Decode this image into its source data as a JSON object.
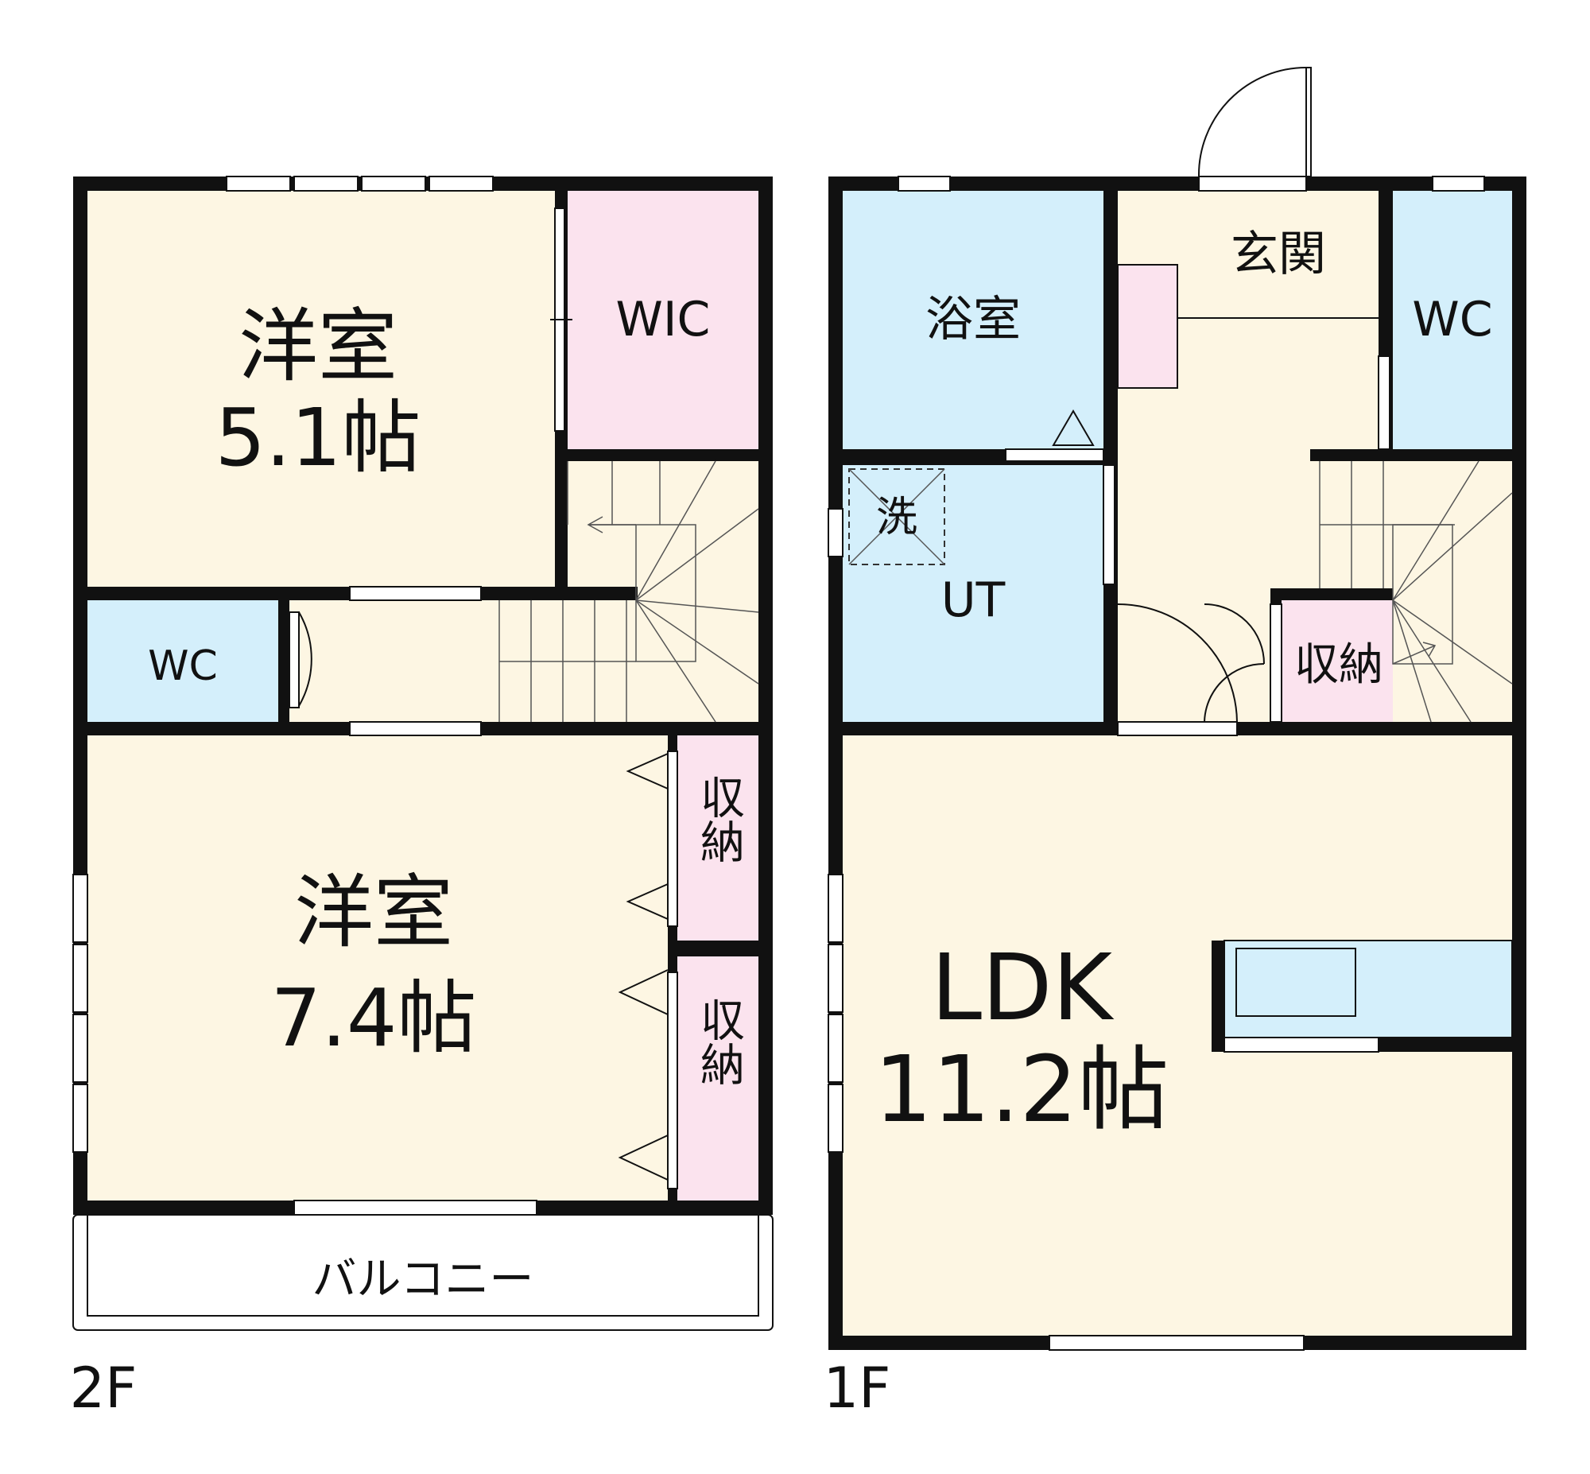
{
  "colors": {
    "room": "#fdf6e3",
    "wet": "#d4effb",
    "storage": "#fbe3ee",
    "wall": "#111111"
  },
  "floor2": {
    "floor_label": "2F",
    "room_upper_name": "洋室",
    "room_upper_size": "5.1帖",
    "wic": "WIC",
    "wc": "WC",
    "room_lower_name": "洋室",
    "room_lower_size": "7.4帖",
    "storage_1": "収納",
    "storage_2": "収納",
    "balcony": "バルコニー"
  },
  "floor1": {
    "floor_label": "1F",
    "bath": "浴室",
    "entrance": "玄関",
    "wc": "WC",
    "washer": "洗",
    "ut": "UT",
    "storage": "収納",
    "ldk_name": "LDK",
    "ldk_size": "11.2帖"
  }
}
